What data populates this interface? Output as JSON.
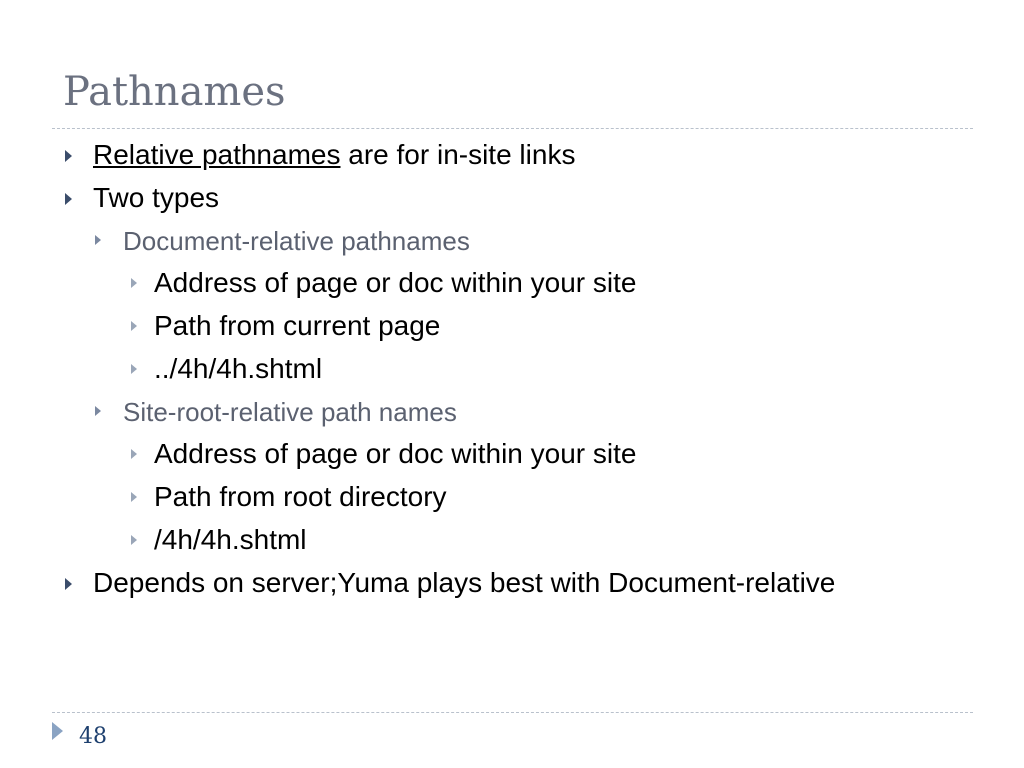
{
  "title": "Pathnames",
  "items": [
    {
      "underlined": "Relative pathnames",
      "rest": " are for in-site links"
    },
    {
      "text": "Two types"
    },
    {
      "text": "Document-relative pathnames"
    },
    {
      "text": "Address of page or doc within your site"
    },
    {
      "text": "Path from current page"
    },
    {
      "text": "../4h/4h.shtml"
    },
    {
      "text": "Site-root-relative path names"
    },
    {
      "text": "Address of page or doc within your site"
    },
    {
      "text": "Path from root directory"
    },
    {
      "text": "/4h/4h.shtml"
    },
    {
      "text": "Depends on server;Yuma plays best with Document-relative"
    }
  ],
  "page_number": "48",
  "colors": {
    "title": "#6b7180",
    "level2_text": "#5b6170",
    "bullet": "#3b4d6b",
    "page_number": "#1d3f6e"
  }
}
